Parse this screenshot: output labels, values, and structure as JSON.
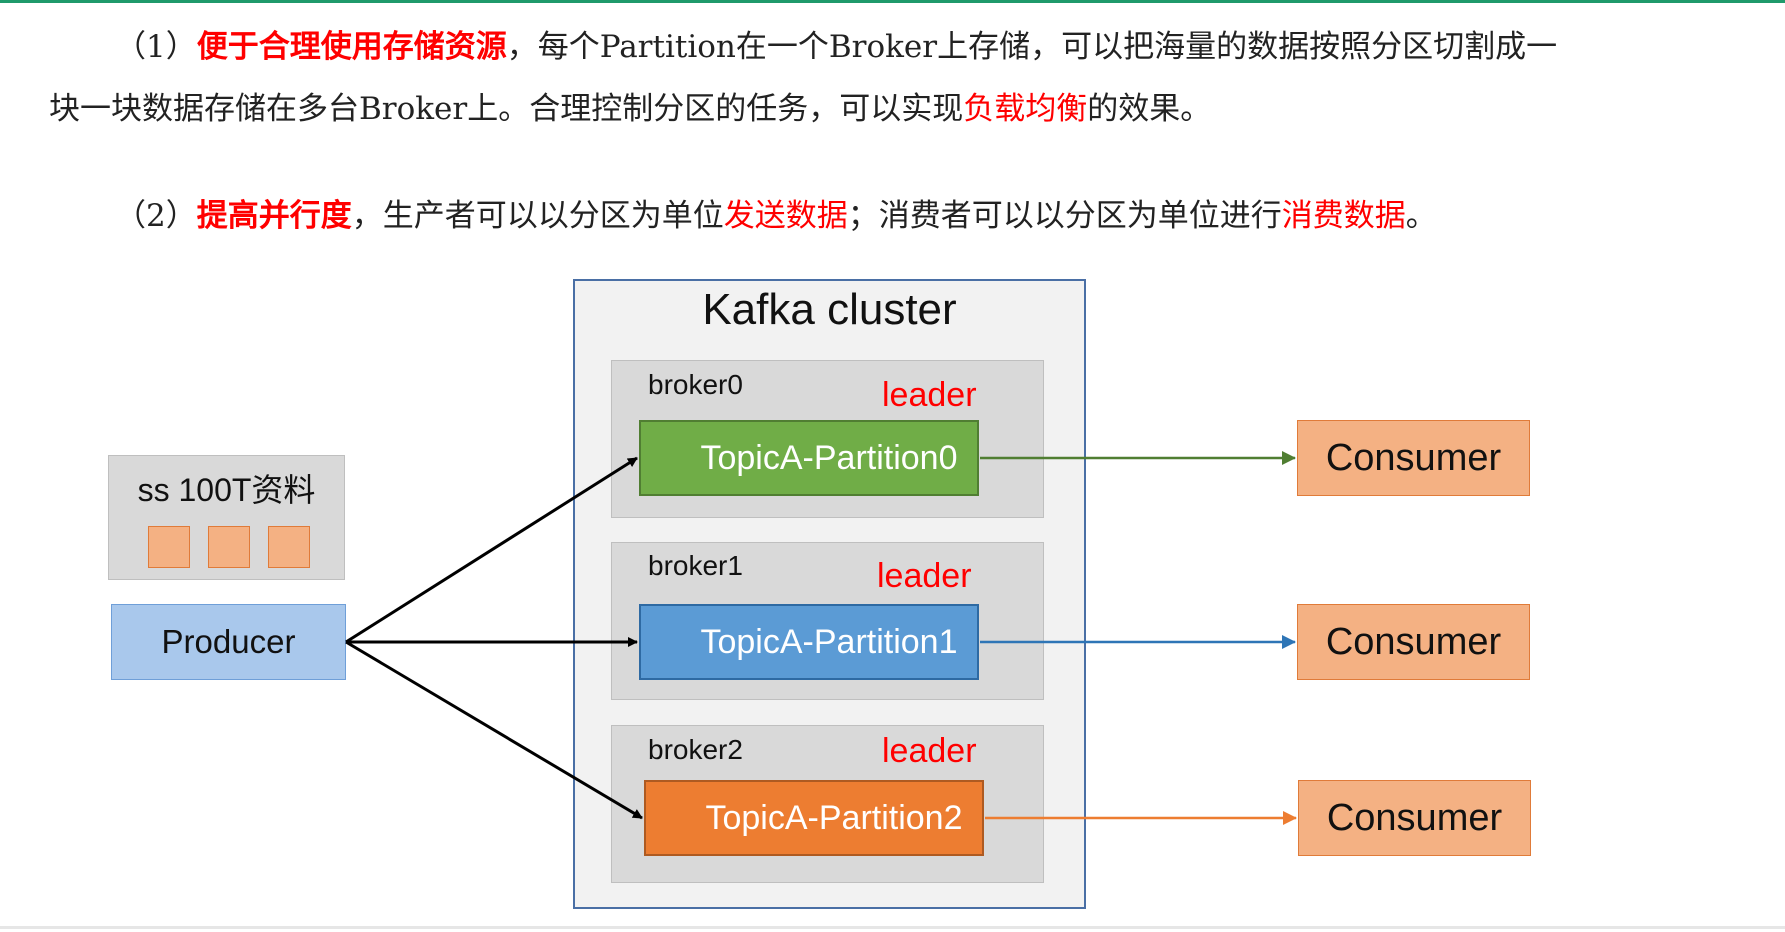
{
  "text": {
    "p1": {
      "prefix": "（1）",
      "bold": "便于合理使用存储资源",
      "rest_line1": "，每个Partition在一个Broker上存储，可以把海量的数据按照分区切割成一",
      "line2_start": "块一块数据存储在多台Broker上。合理控制分区的任务，可以实现",
      "red": "负载均衡",
      "line2_end": "的效果。"
    },
    "p2": {
      "prefix": "（2）",
      "bold": "提高并行度",
      "mid1": "，生产者可以以分区为单位",
      "red1": "发送数据",
      "mid2": "；消费者可以以分区为单位进行",
      "red2": "消费数据",
      "end": "。"
    }
  },
  "diagram": {
    "cluster_title": "Kafka cluster",
    "brokers": [
      {
        "name": "broker0",
        "role": "leader",
        "partition": "TopicA-Partition0",
        "color": "#70ad47"
      },
      {
        "name": "broker1",
        "role": "leader",
        "partition": "TopicA-Partition1",
        "color": "#5b9bd5"
      },
      {
        "name": "broker2",
        "role": "leader",
        "partition": "TopicA-Partition2",
        "color": "#ed7d31"
      }
    ],
    "consumers": [
      "Consumer",
      "Consumer",
      "Consumer"
    ],
    "producer": "Producer",
    "data_label": "ss 100T资料",
    "accent_red": "#ff0000"
  }
}
